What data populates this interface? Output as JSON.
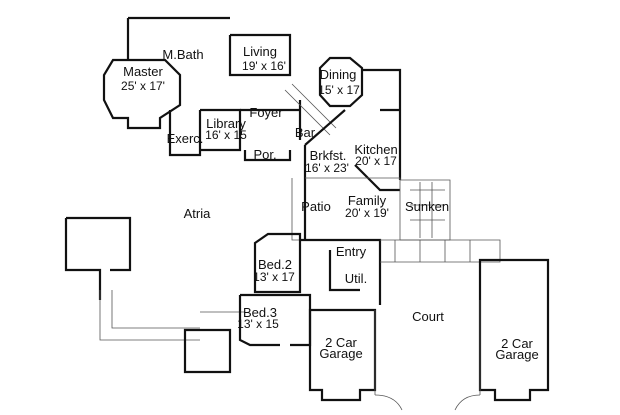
{
  "rooms": {
    "mbath": {
      "name": "M.Bath"
    },
    "living": {
      "name": "Living",
      "size": "19' x 16'"
    },
    "master": {
      "name": "Master",
      "size": "25' x 17'"
    },
    "dining": {
      "name": "Dining",
      "size": "15' x 17"
    },
    "foyer": {
      "name": "Foyer"
    },
    "library": {
      "name": "Library",
      "size": "16' x 15"
    },
    "exerc": {
      "name": "Exerc."
    },
    "bar": {
      "name": "Bar"
    },
    "porch": {
      "name": "Por."
    },
    "brkfst": {
      "name": "Brkfst.",
      "size": "16' x 23'"
    },
    "kitchen": {
      "name": "Kitchen",
      "size": "20' x 17"
    },
    "atria": {
      "name": "Atria"
    },
    "patio": {
      "name": "Patio"
    },
    "family": {
      "name": "Family",
      "size": "20' x 19'"
    },
    "sunken": {
      "name": "Sunken"
    },
    "entry": {
      "name": "Entry"
    },
    "bed2": {
      "name": "Bed.2",
      "size": "13' x 17"
    },
    "util": {
      "name": "Util."
    },
    "bed3": {
      "name": "Bed.3",
      "size": "13' x 15"
    },
    "court": {
      "name": "Court"
    },
    "garage1": {
      "line1": "2 Car",
      "line2": "Garage"
    },
    "garage2": {
      "line1": "2 Car",
      "line2": "Garage"
    }
  }
}
